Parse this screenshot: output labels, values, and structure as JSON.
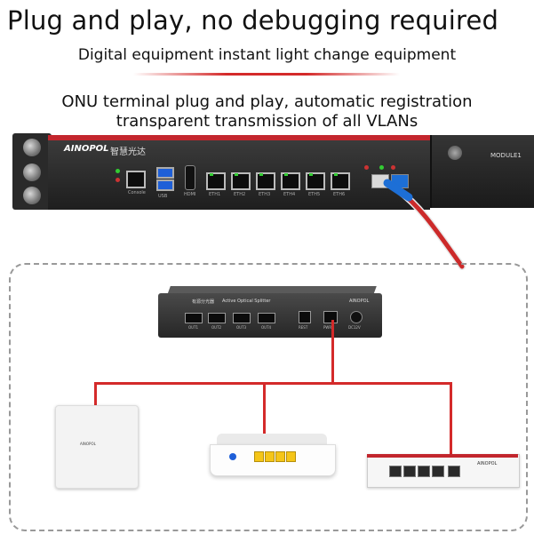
{
  "headline": "Plug and play, no debugging required",
  "subline": "Digital equipment instant light change equipment",
  "info_line1": "ONU terminal plug and play, automatic registration",
  "info_line2": "transparent transmission of all VLANs",
  "rack_device": {
    "brand": "AINOPOL",
    "brand_cn": "智慧光达",
    "module_label": "MODULE1",
    "port_labels": [
      "Console",
      "USB",
      "HDMI",
      "ETH1",
      "ETH2",
      "ETH3",
      "ETH4",
      "ETH5",
      "ETH6"
    ]
  },
  "splitter": {
    "title_cn": "有源分光器",
    "title_en": "Active Optical Splitter",
    "model": "AINOPOL",
    "port_labels": [
      "OUT1",
      "OUT2",
      "OUT3",
      "OUT4",
      "REST",
      "PWR",
      "DC12V"
    ]
  },
  "ap_label": "AINOPOL",
  "router_brand": "AINOPOL",
  "colors": {
    "accent_red": "#d42a2a",
    "device_dark": "#262626",
    "port_blue": "#1e5fd8",
    "port_yellow": "#f5c518"
  }
}
